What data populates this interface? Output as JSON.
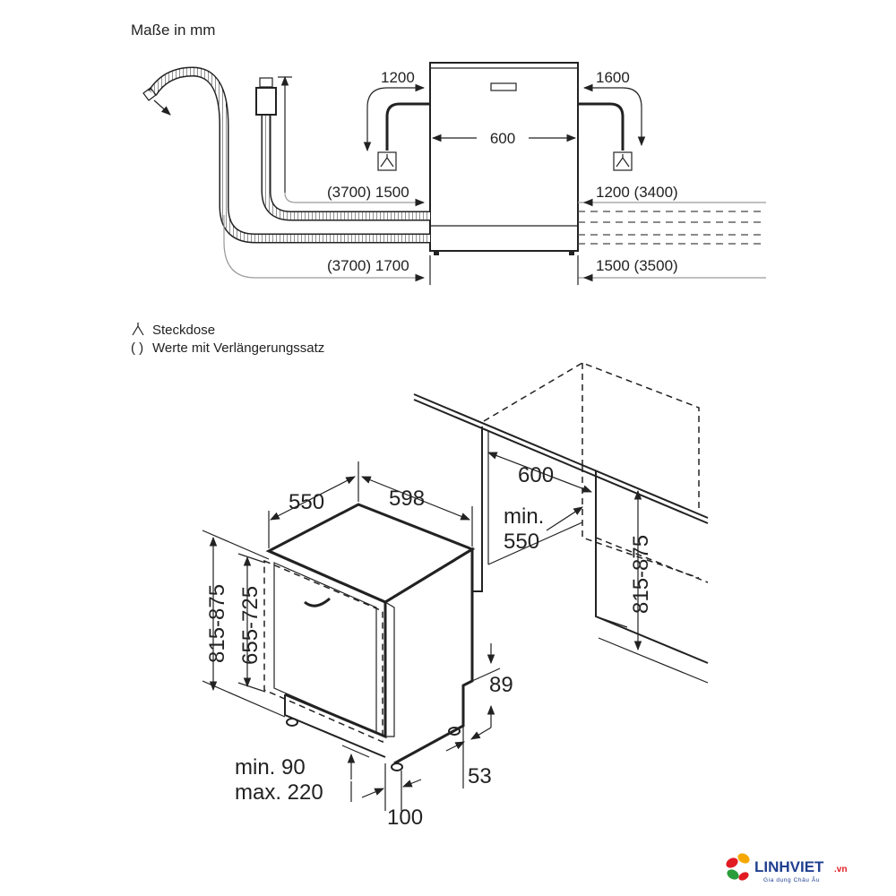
{
  "header": {
    "units_label": "Maße in mm"
  },
  "top_view": {
    "cable_left": "1200",
    "cable_right": "1600",
    "width": "600",
    "hose_left_upper": "(3700) 1500",
    "hose_left_lower": "(3700) 1700",
    "hose_right_upper": "1200 (3400)",
    "hose_right_lower": "1500 (3500)"
  },
  "legend": {
    "socket_label": "Steckdose",
    "paren_symbol": "( )",
    "paren_label": "Werte mit Verlängerungssatz"
  },
  "iso_view": {
    "depth": "550",
    "width": "598",
    "height_range": "815-875",
    "door_height": "655-725",
    "niche_width": "600",
    "niche_depth_min_label": "min.",
    "niche_depth_min_value": "550",
    "niche_height": "815-875",
    "plinth_89": "89",
    "plinth_53": "53",
    "plinth_min_label": "min. 90",
    "plinth_max_label": "max. 220",
    "plinth_100": "100"
  },
  "logo": {
    "name": "LINHVIET",
    "tld": ".vn",
    "tagline": "Gia dụng Châu Âu",
    "colors": [
      "#e21b23",
      "#f6a800",
      "#2a9d3a",
      "#1f3f8f"
    ]
  }
}
